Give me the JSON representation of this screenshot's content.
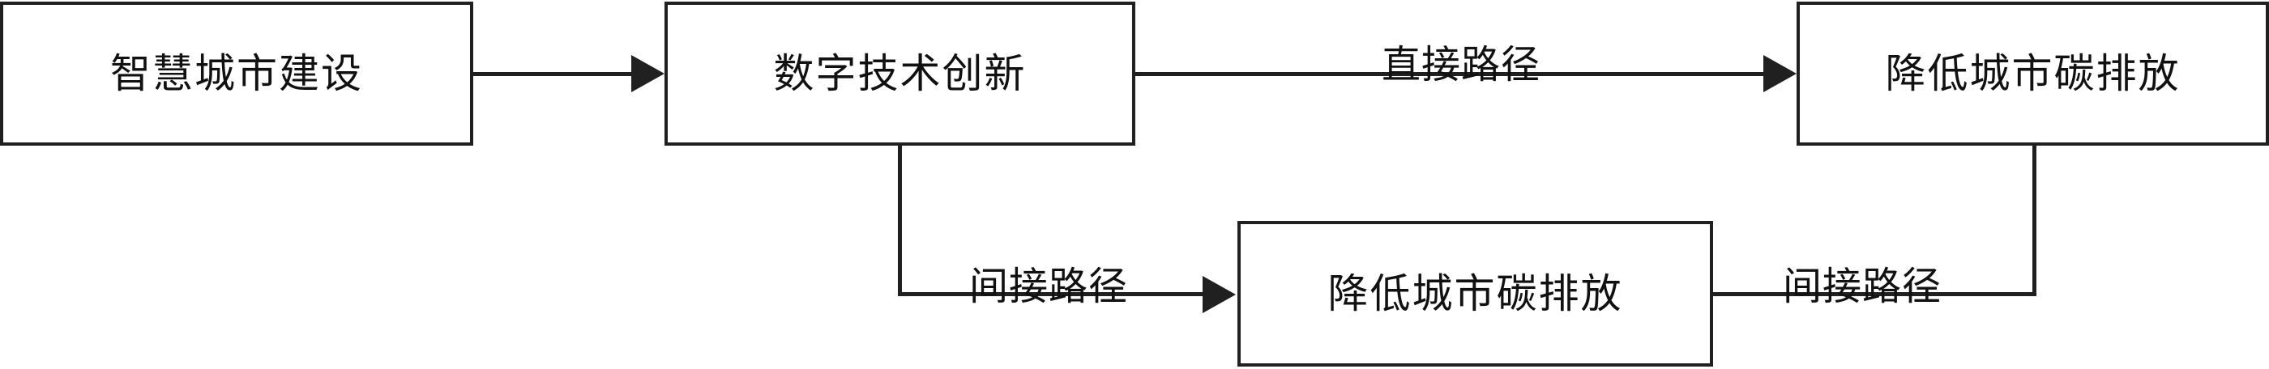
{
  "diagram": {
    "type": "flowchart",
    "orientation": "left-to-right",
    "background_color": "#ffffff",
    "line_color": "#202020",
    "text_color": "#111111",
    "nodes": [
      {
        "id": "smart-city",
        "label": "智慧城市建设"
      },
      {
        "id": "digital-tech",
        "label": "数字技术创新"
      },
      {
        "id": "reduce-carbon",
        "label": "降低城市碳排放"
      },
      {
        "id": "reduce-carbon-2",
        "label": "降低城市碳排放"
      }
    ],
    "edges": [
      {
        "id": "edge1",
        "from": "smart-city",
        "to": "digital-tech",
        "label": ""
      },
      {
        "id": "edge2",
        "from": "digital-tech",
        "to": "reduce-carbon",
        "label": "直接路径"
      },
      {
        "id": "edge3",
        "from": "digital-tech",
        "to": "reduce-carbon-2",
        "label": "间接路径"
      },
      {
        "id": "edge4",
        "from": "reduce-carbon-2",
        "to": "reduce-carbon",
        "label": "间接路径"
      }
    ]
  }
}
